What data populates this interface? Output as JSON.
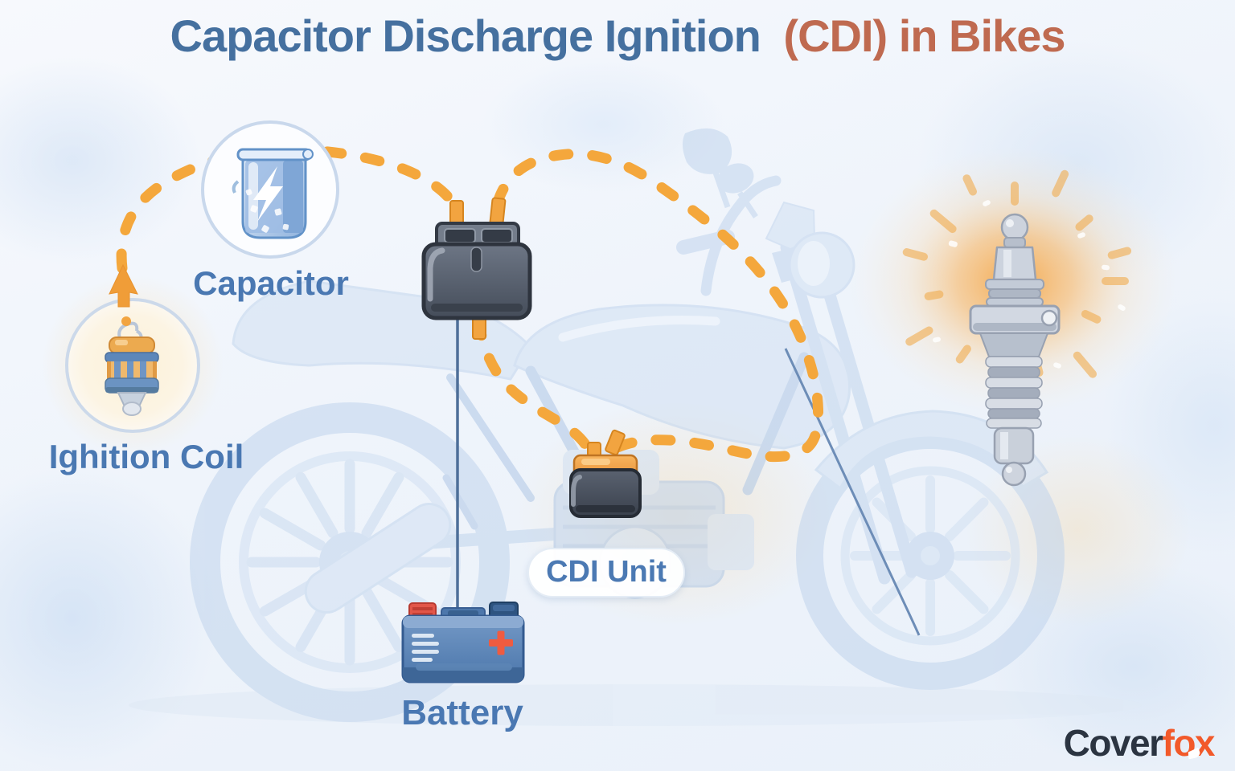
{
  "header": {
    "title_main": "Capacitor Discharge Ignition",
    "title_accent": "(CDI) in Bikes"
  },
  "components": {
    "capacitor": {
      "label": "Capacitor",
      "icon": "capacitor-beaker-lightning-icon"
    },
    "ignition_coil": {
      "label": "Ighition Coil",
      "icon": "ignition-coil-icon"
    },
    "battery": {
      "label": "Battery",
      "icon": "battery-icon"
    },
    "cdi_unit": {
      "label": "CDI Unit",
      "icon": "cdi-unit-box-icon"
    },
    "connector_box": {
      "icon": "connector-box-icon"
    },
    "spark_plug": {
      "icon": "spark-plug-icon"
    }
  },
  "wiring": {
    "style": "orange-dashed-wire",
    "connections": [
      "ignition-coil up past capacitor to connector-box",
      "connector-box down to cdi-unit",
      "cdi-unit along front fork back to connector-box",
      "connector-box straight down to battery"
    ]
  },
  "brand": {
    "prefix": "Cover",
    "suffix": "fox"
  },
  "colors": {
    "title_blue": "#45709f",
    "title_terracotta": "#bf6a50",
    "label_blue": "#4a78b2",
    "wire_orange": "#f4a73c",
    "spark_glow": "#f6ab50",
    "battery_blue": "#5580b5",
    "battery_red_terminal": "#e25649",
    "box_gray": "#565e6b",
    "brand_navy": "#2b3441",
    "brand_orange": "#f2592a"
  }
}
